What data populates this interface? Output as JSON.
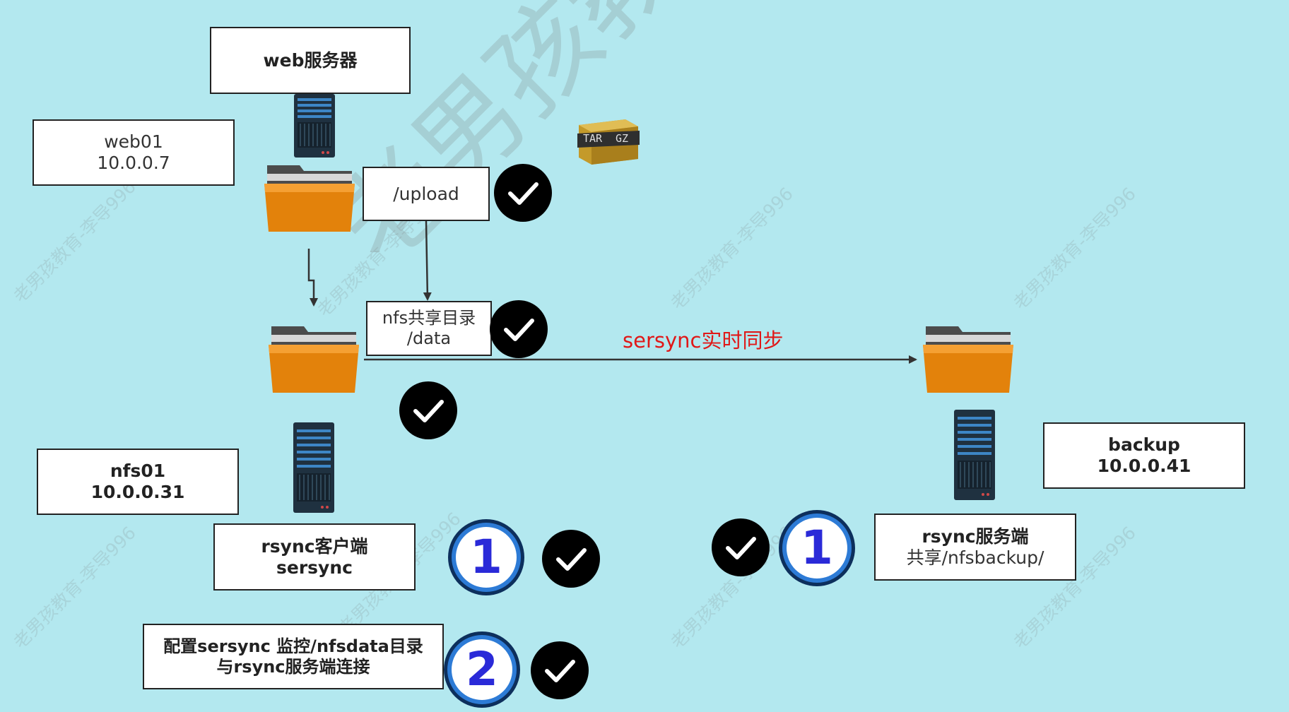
{
  "colors": {
    "background": "#b3e8ef",
    "folder_body": "#e3820b",
    "folder_tab": "#4c4c4c",
    "server_body": "#1f3140",
    "check_circle": "#000000",
    "badge_blue": "#2d7bd6",
    "red_label": "#e01818"
  },
  "watermark": {
    "large": "老男孩教育-李导996",
    "small": "老男孩教育-李导996"
  },
  "archive_icon": {
    "left": "TAR",
    "right": "GZ"
  },
  "web_title": "web服务器",
  "web01": {
    "name": "web01",
    "ip": "10.0.0.7"
  },
  "upload": "/upload",
  "nfs_share": {
    "line1": "nfs共享目录",
    "line2": "/data"
  },
  "sync_label": "sersync实时同步",
  "nfs01": {
    "name": "nfs01",
    "ip": "10.0.0.31"
  },
  "backup": {
    "name": "backup",
    "ip": "10.0.0.41"
  },
  "rsync_client": {
    "line1": "rsync客户端",
    "line2": "sersync"
  },
  "rsync_server": {
    "line1": "rsync服务端",
    "line2": "共享/nfsbackup/"
  },
  "config": {
    "line1": "配置sersync 监控/nfsdata目录",
    "line2": "与rsync服务端连接"
  },
  "badges": {
    "client_step": "1",
    "server_step": "1",
    "config_step": "2"
  }
}
